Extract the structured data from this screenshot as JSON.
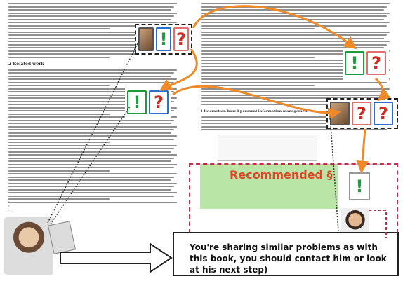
{
  "left_page": {
    "heading": "2 Related work",
    "footnotes": [
      "¹ ...",
      "² ...",
      "³ ..."
    ]
  },
  "right_page": {
    "heading": "4 Interaction-based personal information management"
  },
  "recommended": {
    "label": "Recommended §"
  },
  "message": {
    "text": "You're sharing similar problems as with this book, you should contact him or look at his next step)"
  },
  "colors": {
    "exclaim": "#1e9b3c",
    "question": "#d02a22",
    "recommended_text": "#d64a2a",
    "recommended_fill": "#b9e6a6",
    "recommended_border": "#c0304a",
    "arrow": "#ee8a2a"
  }
}
